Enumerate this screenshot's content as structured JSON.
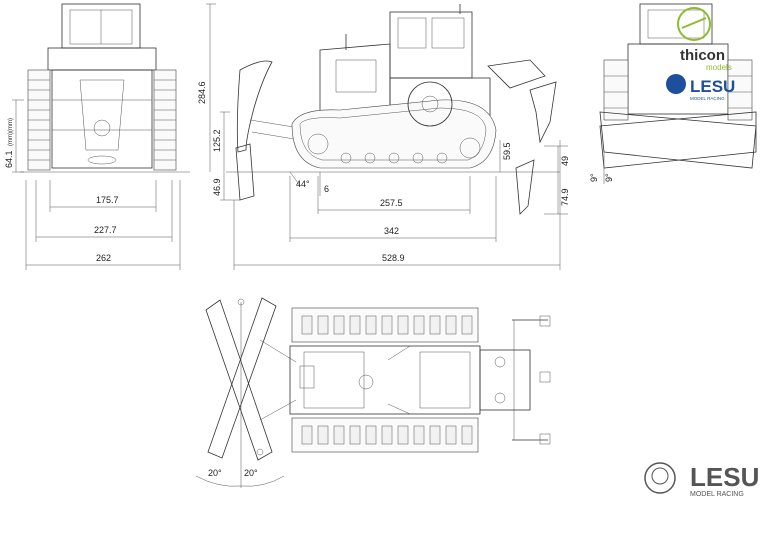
{
  "front_view": {
    "dims": {
      "height_side": "64.1",
      "height_side_note": "(mm)(mm)",
      "width_175": "175.7",
      "width_227": "227.7",
      "width_262": "262"
    }
  },
  "side_view": {
    "dims": {
      "height_total": "284.6",
      "blade_height": "125.2",
      "blade_low": "46.9",
      "angle_44": "44°",
      "clearance_6": "6",
      "length_257": "257.5",
      "length_342": "342",
      "length_528": "528.9",
      "ripper_59": "59.5",
      "ripper_49": "49",
      "ripper_74": "74.9"
    }
  },
  "rear_view": {
    "dims": {
      "tilt_left": "9°",
      "tilt_right": "9°"
    }
  },
  "top_view": {
    "dims": {
      "angle_left": "20°",
      "angle_right": "20°"
    }
  },
  "branding": {
    "thicon_text": "thicon",
    "thicon_sub": "models",
    "lesu_top": "LESU",
    "lesu_top_sub": "MODEL RACING",
    "lesu_bottom": "LESU",
    "lesu_bottom_sub": "MODEL RACING"
  },
  "colors": {
    "thicon_green": "#8dbb2e",
    "lesu_blue": "#1e4f9c",
    "ink": "#333333"
  }
}
